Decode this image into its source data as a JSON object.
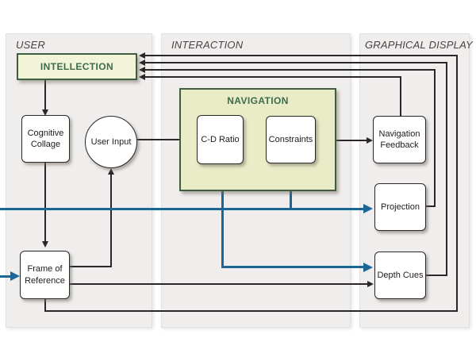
{
  "diagram": {
    "panels": [
      {
        "id": "user",
        "label": "USER"
      },
      {
        "id": "interaction",
        "label": "INTERACTION"
      },
      {
        "id": "graphical_display",
        "label": "GRAPHICAL DISPLAY"
      }
    ],
    "nodes": {
      "intellection": {
        "label": "INTELLECTION",
        "type": "group-box"
      },
      "cognitive_collage": {
        "label": "Cognitive Collage",
        "type": "box"
      },
      "user_input": {
        "label": "User Input",
        "type": "circle"
      },
      "navigation": {
        "label": "NAVIGATION",
        "type": "group"
      },
      "cd_ratio": {
        "label": "C-D Ratio",
        "type": "box"
      },
      "constraints": {
        "label": "Constraints",
        "type": "box"
      },
      "navigation_feedback": {
        "label": "Navigation Feedback",
        "type": "box"
      },
      "projection": {
        "label": "Projection",
        "type": "box"
      },
      "depth_cues": {
        "label": "Depth Cues",
        "type": "box"
      },
      "frame_of_reference": {
        "label": "Frame of Reference",
        "type": "box"
      }
    },
    "edges": [
      {
        "from": "intellection",
        "to": "cognitive_collage",
        "color": "black"
      },
      {
        "from": "cognitive_collage",
        "to": "frame_of_reference",
        "color": "black"
      },
      {
        "from": "user_input",
        "to": "cd_ratio",
        "color": "black"
      },
      {
        "from": "cd_ratio",
        "to": "constraints",
        "color": "black"
      },
      {
        "from": "constraints",
        "to": "navigation_feedback",
        "color": "black"
      },
      {
        "from": "frame_of_reference",
        "to": "user_input",
        "color": "black"
      },
      {
        "from": "frame_of_reference",
        "to": "depth_cues",
        "color": "black"
      },
      {
        "from": "frame_of_reference",
        "to": "intellection",
        "color": "black"
      },
      {
        "from": "depth_cues",
        "to": "intellection",
        "color": "black"
      },
      {
        "from": "projection",
        "to": "intellection",
        "color": "black"
      },
      {
        "from": "navigation_feedback",
        "to": "intellection",
        "color": "black"
      },
      {
        "from": "external-left",
        "to": "projection",
        "color": "blue"
      },
      {
        "from": "external-left",
        "to": "cd_ratio",
        "color": "blue"
      },
      {
        "from": "external-left",
        "to": "constraints",
        "color": "blue"
      },
      {
        "from": "external-left",
        "to": "depth_cues",
        "color": "blue"
      },
      {
        "from": "external-left",
        "to": "frame_of_reference",
        "color": "blue"
      }
    ],
    "colors": {
      "panel_fill": "#f0eeec",
      "node_fill": "#ffffff",
      "node_border": "#2b2728",
      "intellection_fill": "#f2f4d8",
      "navigation_fill": "#e9ecc6",
      "group_border": "#3f5e40",
      "group_text": "#3d6b4b",
      "edge_black": "#2b2728",
      "edge_blue": "#1b6699"
    }
  }
}
